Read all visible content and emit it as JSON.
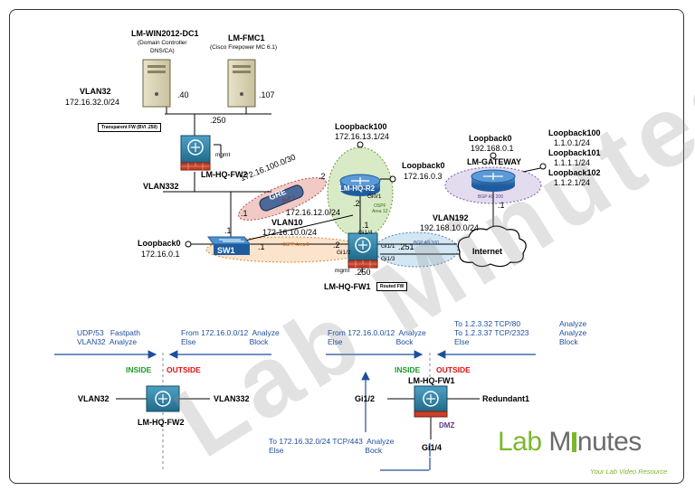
{
  "colors": {
    "router_blue": "#2a6bb0",
    "firewall_teal": "#2f7ea0",
    "green_ospf_area12": "#d9eac6",
    "red_gre_bgp": "#f1c9c5",
    "orange_ospf_area0": "#fbe3cc",
    "blue_bgp_100": "#d3e6f3",
    "purple_bgp_200": "#e3dcee",
    "arrow_blue": "#1f4e9c",
    "inside_green": "#1a9a2a",
    "outside_red": "#e01010",
    "brand_green": "#7ab929",
    "brand_gray": "#6b6b6b"
  },
  "servers": [
    {
      "name": "LM-WIN2012-DC1",
      "desc1": "(Domain Controller",
      "desc2": "DNS/CA)",
      "ip": ".40",
      "icon": "server-icon"
    },
    {
      "name": "LM-FMC1",
      "desc1": "(Cisco Firepower MC 6.1)",
      "ip": ".107",
      "icon": "server-icon"
    }
  ],
  "vlans": {
    "vlan32": {
      "name": "VLAN32",
      "subnet": "172.16.32.0/24"
    },
    "vlan332": {
      "name": "VLAN332"
    },
    "vlan10": {
      "name": "VLAN10",
      "subnet": "172.16.10.0/24"
    },
    "vlan192": {
      "name": "VLAN192",
      "subnet": "192.168.10.0/24"
    }
  },
  "fw2": {
    "name": "LM-HQ-FW2",
    "tag": "Transparent FW (BVI .250)",
    "mgmt": "mgmt",
    "bvi_ip": ".250",
    "icon": "firewall-icon"
  },
  "r2": {
    "name": "LM-HQ-R2",
    "lo_name": "Loopback100",
    "lo_ip": "172.16.13.1/24",
    "lo0_name": "Loopback0",
    "lo0_ip": "172.16.0.3",
    "gi01": "Gi0/1",
    "ospf12": "OSPF",
    "area12": "Area 12",
    "ip_top": ".2",
    "ip_bottom": ".1",
    "icon": "router-icon"
  },
  "gre": {
    "label": "GRE",
    "subnet": "172.16.100.0/30",
    "bgp": "BGP 1",
    "ip_left": ".1",
    "ip_right": ".2",
    "sub2": "172.16.12.0/24"
  },
  "sw1": {
    "name": "SW1",
    "lo_name": "Loopback0",
    "lo_ip": "172.16.0.1",
    "ip": ".1",
    "ip_right": ".1",
    "icon": "switch-icon"
  },
  "fw1": {
    "name": "LM-HQ-FW1",
    "tag": "Routed FW",
    "mgmt": "mgmt",
    "mgmt_ip": ".250",
    "gi12": "Gi1/2",
    "gi11": "Gi1/1",
    "gi13": "Gi1/3",
    "gi14": "Gi1/4",
    "ip_left": ".2",
    "ip_right": ".251",
    "icon": "firewall-icon"
  },
  "ospf_area0": "OSPF Area 0",
  "bgp_as100": "BGP AS 100",
  "bgp_as200": "BGP AS 200",
  "gateway": {
    "name": "LM-GATEWAY",
    "lo0_name": "Loopback0",
    "lo0_ip": "192.168.0.1",
    "loopbacks": [
      {
        "name": "Loopback100",
        "ip": "1.1.0.1/24"
      },
      {
        "name": "Loopback101",
        "ip": "1.1.1.1/24"
      },
      {
        "name": "Loopback102",
        "ip": "1.1.2.1/24"
      }
    ],
    "ip": ".1",
    "icon": "router-icon"
  },
  "internet": {
    "label": "Internet",
    "icon": "cloud-icon"
  },
  "policy_fw2": {
    "left_top": "UDP/53   Fastpath\nVLAN32  Analyze",
    "right_top": "From 172.16.0.0/12  Analyze\nElse                         Block",
    "inside": "INSIDE",
    "outside": "OUTSIDE",
    "left_if": "VLAN32",
    "right_if": "VLAN332",
    "name": "LM-HQ-FW2"
  },
  "policy_fw1": {
    "left_top": "From 172.16.0.0/12  Analyze\nElse                         Bock",
    "right_top": "To 1.2.3.32 TCP/80\nTo 1.2.3.37 TCP/2323\nElse",
    "right_actions": "Analyze\nAnalyze\nBlock",
    "bottom": "To 172.16.32.0/24 TCP/443  Analyze\nElse                                      Bock",
    "inside": "INSIDE",
    "outside": "OUTSIDE",
    "left_if": "Gi1/2",
    "right_if": "Redundant1",
    "dmz": "DMZ",
    "bottom_if": "Gi1/4",
    "name": "LM-HQ-FW1"
  },
  "watermark": "Lab Minutes",
  "brand": {
    "name_part1": "Lab",
    "name_part2": "M",
    "name_part3": "nutes",
    "tagline": "Your Lab Video Resource"
  }
}
